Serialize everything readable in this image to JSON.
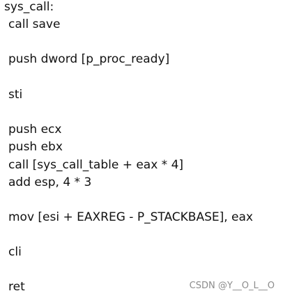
{
  "document": {
    "label": "sys_call:",
    "lines": [
      "call save",
      "push dword [p_proc_ready]",
      "sti",
      "push ecx",
      "push ebx",
      "call [sys_call_table + eax * 4]",
      "add esp, 4 * 3",
      "mov [esi + EAXREG - P_STACKBASE], eax",
      "cli",
      "ret"
    ]
  },
  "watermark": {
    "text": "CSDN @Y__O_L__O",
    "color": "#8c8c8c"
  }
}
